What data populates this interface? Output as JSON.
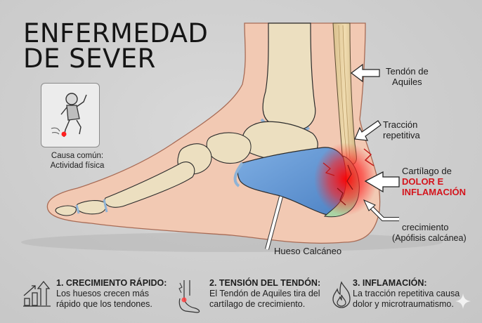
{
  "title": {
    "line1": "ENFERMEDAD",
    "line2": "DE SEVER"
  },
  "cause": {
    "icon": "running-child-icon",
    "line1": "Causa común:",
    "line2": "Actividad física"
  },
  "labels": {
    "achilles_line1": "Tendón de",
    "achilles_line2": "Aquiles",
    "traction_line1": "Tracción",
    "traction_line2": "repetitiva",
    "cartilage_line1": "Cartílago de",
    "pain_line1": "DOLOR E",
    "pain_line2": "INFLAMACIÓN",
    "growth_line1": "crecimiento",
    "growth_line2": "(Apófisis calcánea)",
    "calcaneus": "Hueso Calcáneo"
  },
  "colors": {
    "background": "#cdcdcd",
    "skin": "#f2c9b3",
    "bone": "#ecdfc0",
    "calcaneus": "#5b8fcf",
    "cartilage": "#a9d3a4",
    "inflammation": "#ff1a1a",
    "pain_text": "#d4141c",
    "tendon": "#e6cd9c"
  },
  "factors": [
    {
      "icon": "growth-chart-icon",
      "heading": "1. CRECIMIENTO RÁPIDO:",
      "line1": "Los huesos crecen más",
      "line2": "rápido que los tendones."
    },
    {
      "icon": "foot-tendon-icon",
      "heading": "2. TENSIÓN DEL TENDÓN:",
      "line1": "El Tendón de Aquiles tira del",
      "line2": "cartílago de crecimiento."
    },
    {
      "icon": "flame-icon",
      "heading": "3. INFLAMACIÓN:",
      "line1": "La tracción repetitiva causa",
      "line2": "dolor y microtraumatismo."
    }
  ]
}
